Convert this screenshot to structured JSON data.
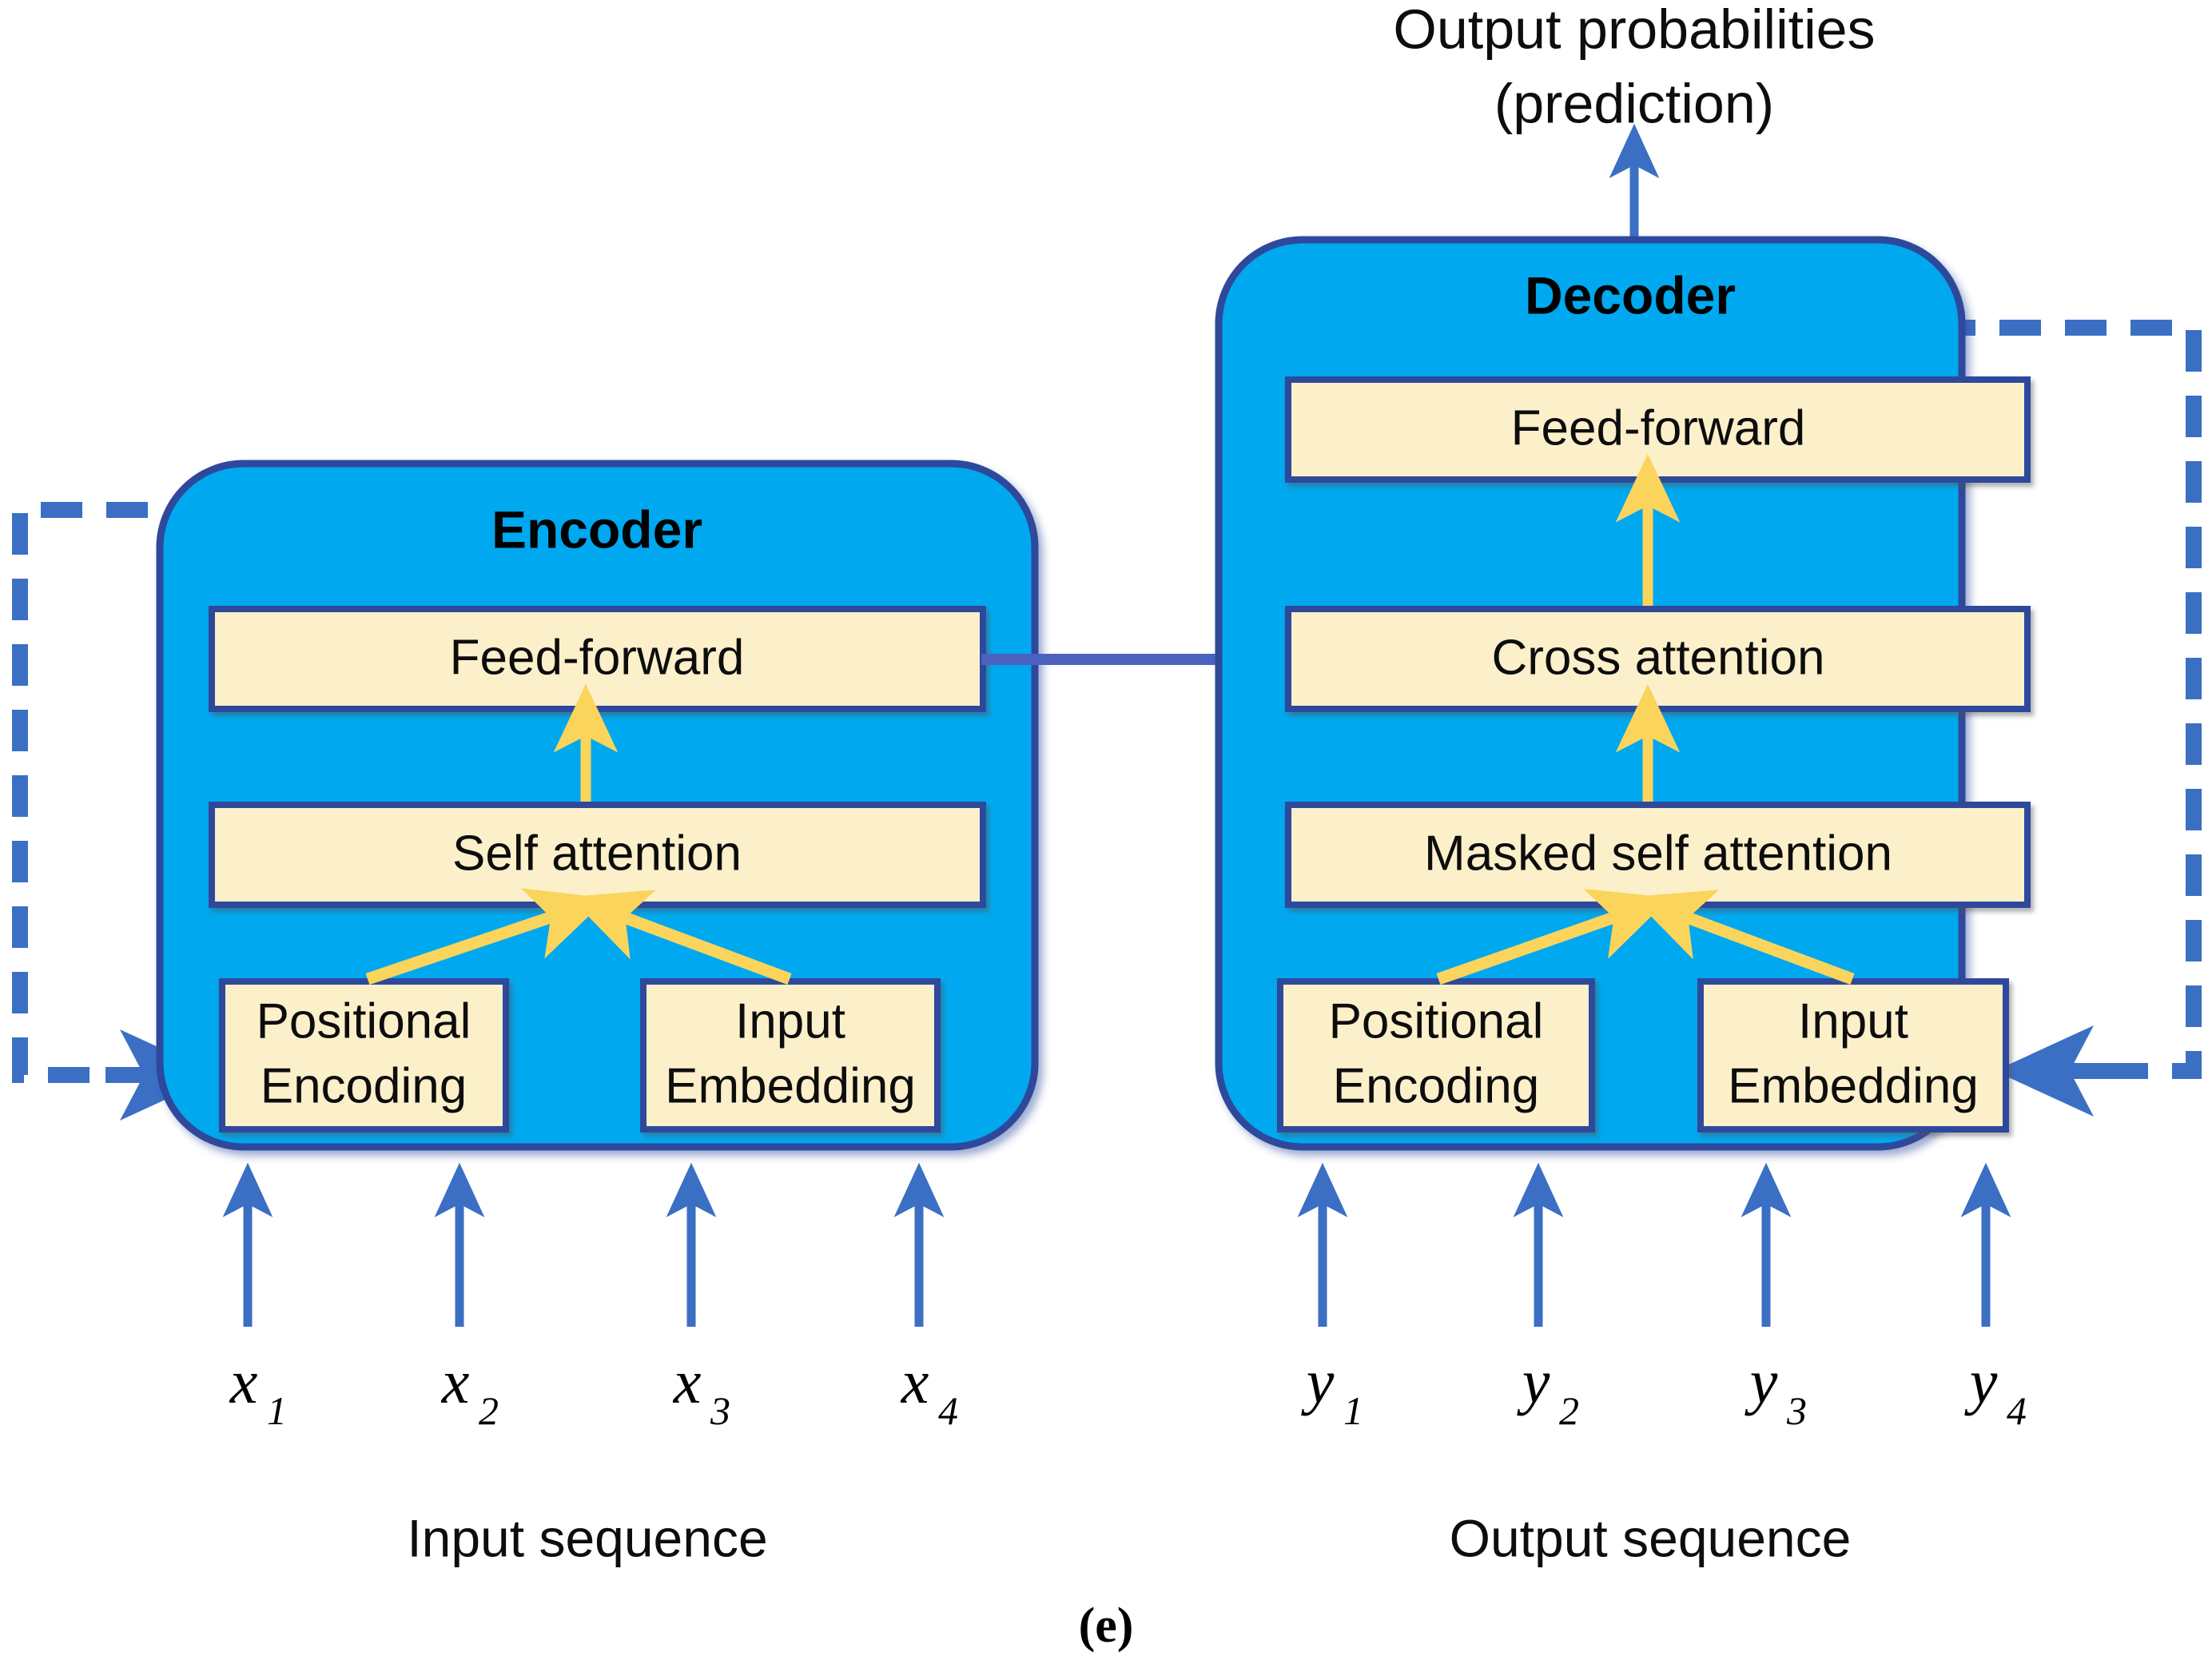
{
  "figure": {
    "caption": "(e)",
    "top_output_label_line1": "Output probabilities",
    "top_output_label_line2": "(prediction)"
  },
  "colors": {
    "panel_fill": "#06A8EF",
    "panel_border": "#2E4A9B",
    "block_fill": "#FCF0CB",
    "block_border": "#2E4A9B",
    "arrow_yellow": "#FBD45C",
    "arrow_blue": "#3B6FC4",
    "arrow_purple": "#4A61C0",
    "dashed_blue": "#3B6FC4",
    "text": "#000000",
    "background": "#FFFFFF"
  },
  "encoder": {
    "title": "Encoder",
    "blocks": [
      {
        "id": "enc-feed-forward",
        "label": "Feed-forward"
      },
      {
        "id": "enc-self-attention",
        "label": "Self attention"
      },
      {
        "id": "enc-positional-encoding",
        "label_line1": "Positional",
        "label_line2": "Encoding"
      },
      {
        "id": "enc-input-embedding",
        "label_line1": "Input",
        "label_line2": "Embedding"
      }
    ],
    "sequence_caption": "Input sequence",
    "tokens": [
      {
        "base": "x",
        "sub": "1"
      },
      {
        "base": "x",
        "sub": "2"
      },
      {
        "base": "x",
        "sub": "3"
      },
      {
        "base": "x",
        "sub": "4"
      }
    ]
  },
  "decoder": {
    "title": "Decoder",
    "blocks": [
      {
        "id": "dec-feed-forward",
        "label": "Feed-forward"
      },
      {
        "id": "dec-cross-attention",
        "label": "Cross attention"
      },
      {
        "id": "dec-masked-self-attention",
        "label": "Masked self attention"
      },
      {
        "id": "dec-positional-encoding",
        "label_line1": "Positional",
        "label_line2": "Encoding"
      },
      {
        "id": "dec-input-embedding",
        "label_line1": "Input",
        "label_line2": "Embedding"
      }
    ],
    "sequence_caption": "Output sequence",
    "tokens": [
      {
        "base": "y",
        "sub": "1"
      },
      {
        "base": "y",
        "sub": "2"
      },
      {
        "base": "y",
        "sub": "3"
      },
      {
        "base": "y",
        "sub": "4"
      }
    ]
  },
  "connections": {
    "encoder_to_decoder": "encoder feed-forward output to decoder cross attention",
    "decoder_output": "decoder feed-forward to output probabilities",
    "encoder_recurrence": "dashed feedback loop on left into encoder",
    "decoder_recurrence": "dashed feedback loop on right into decoder"
  }
}
